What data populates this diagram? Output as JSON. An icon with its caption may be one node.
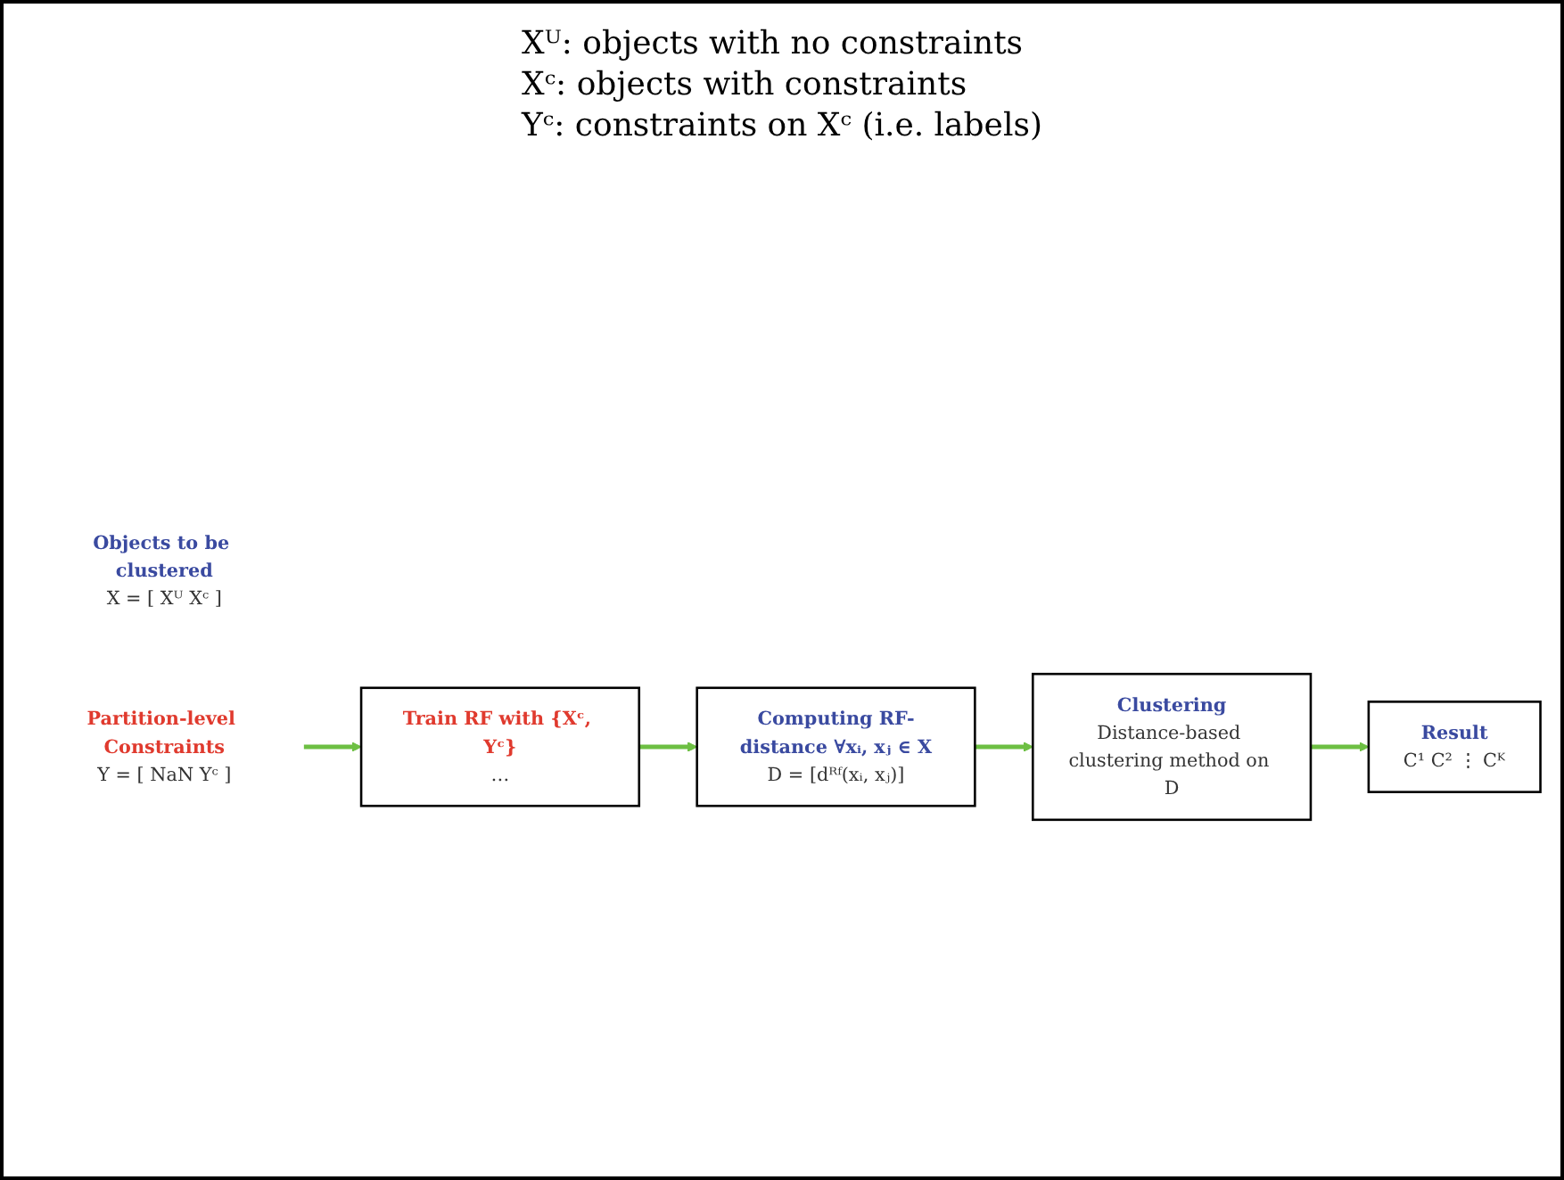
{
  "diagram": {
    "nodes": [
      {
        "text": [
          "Objects to be clustered",
          "X = [ Xᵁ Xᶜ ]"
        ]
      },
      {
        "text": [
          "Partition-level Constraints",
          "Y = [ NaN Yᶜ ]"
        ]
      },
      {
        "text": [
          "Train RF with {Xᶜ, Yᶜ}",
          "…"
        ]
      },
      {
        "text": [
          "Computing RF-distance ∀xᵢ, xⱼ ∈ X",
          "D = [dᴿᶠ(xᵢ, xⱼ)]"
        ]
      },
      {
        "text": [
          "Clustering",
          "Distance-based clustering method on D"
        ]
      },
      {
        "text": [
          "Result",
          "C¹ C² ⋮ Cᴷ"
        ]
      }
    ],
    "edges": [
      {
        "from": 1,
        "to": 2,
        "arrow": "to"
      },
      {
        "from": 2,
        "to": 3,
        "arrow": "to"
      },
      {
        "from": 3,
        "to": 4,
        "arrow": "to"
      },
      {
        "from": 4,
        "to": 5,
        "arrow": "to"
      }
    ],
    "labels": [
      "Xᵁ: objects with no constraints",
      "Xᶜ: objects with constraints",
      "Yᶜ: constraints on Xᶜ (i.e. labels)"
    ]
  }
}
